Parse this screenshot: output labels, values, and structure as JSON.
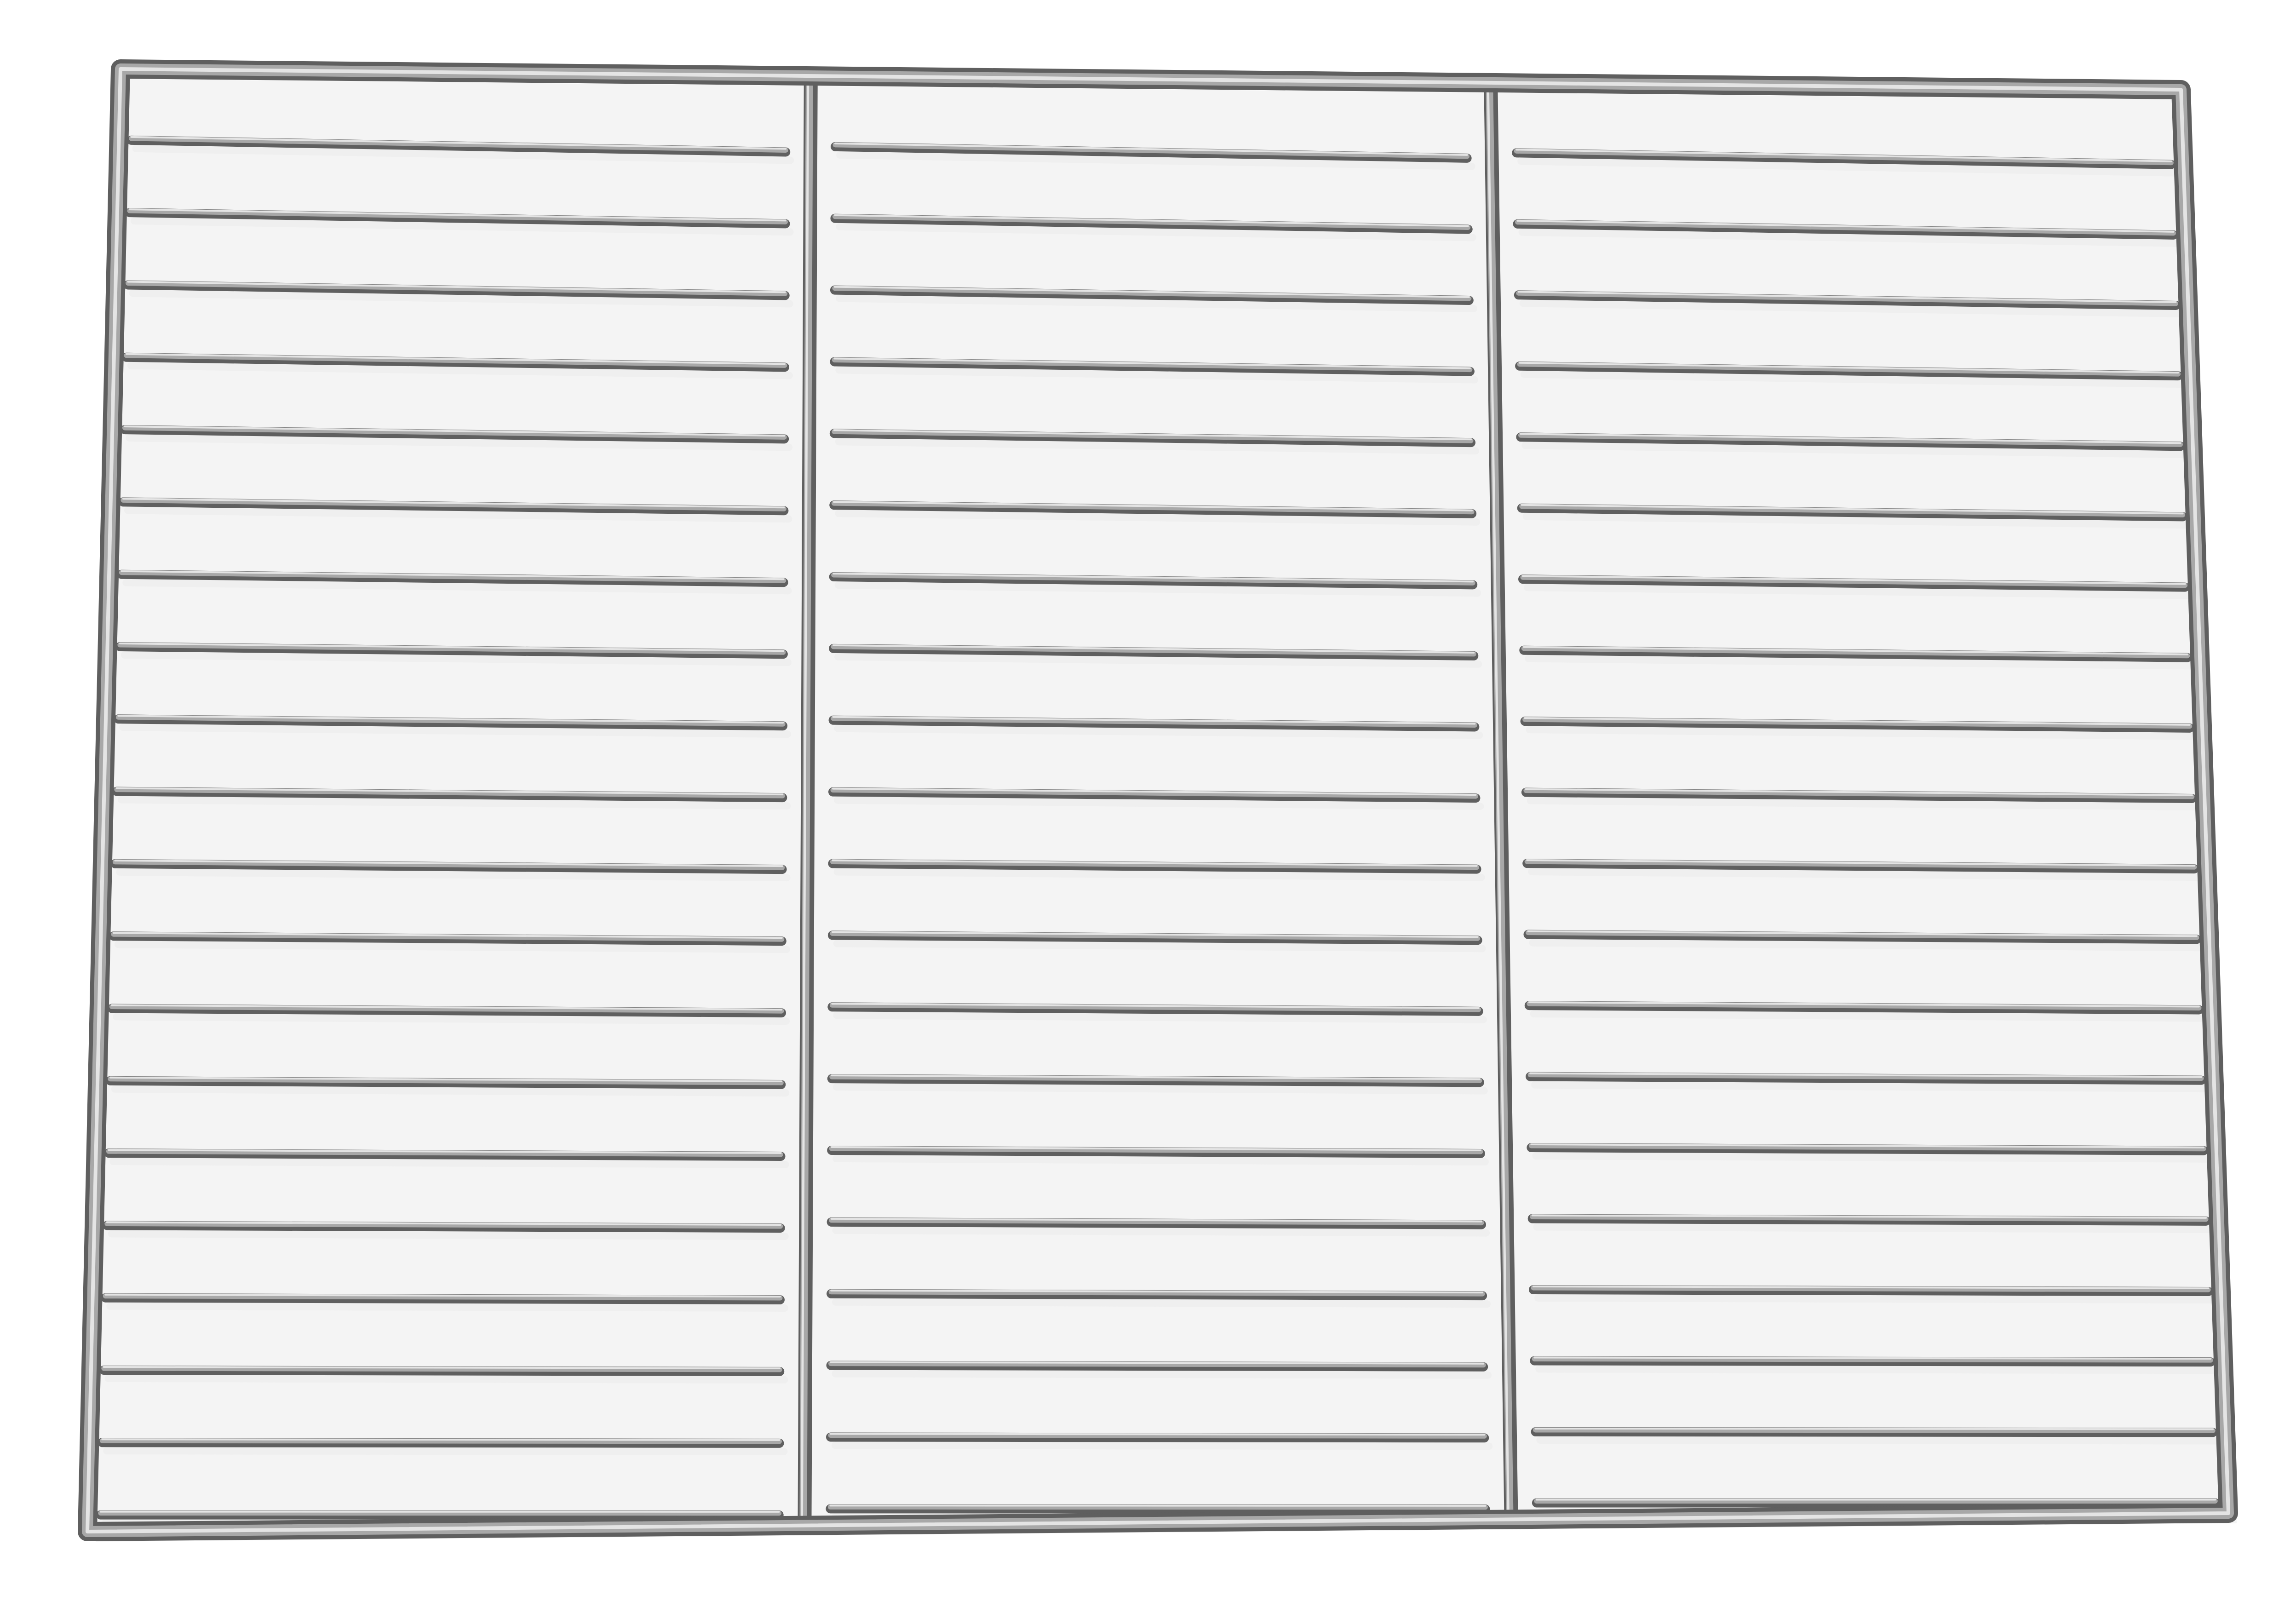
{
  "image": {
    "subject": "wire-rack",
    "colors": {
      "background": "#ffffff",
      "wire_light": "#e4e4e4",
      "wire_mid": "#a8a8a8",
      "wire_dark": "#5f5f5f",
      "shadow": "#efefef"
    },
    "rack": {
      "section_count": 3,
      "cross_bars_per_section": 20
    }
  }
}
